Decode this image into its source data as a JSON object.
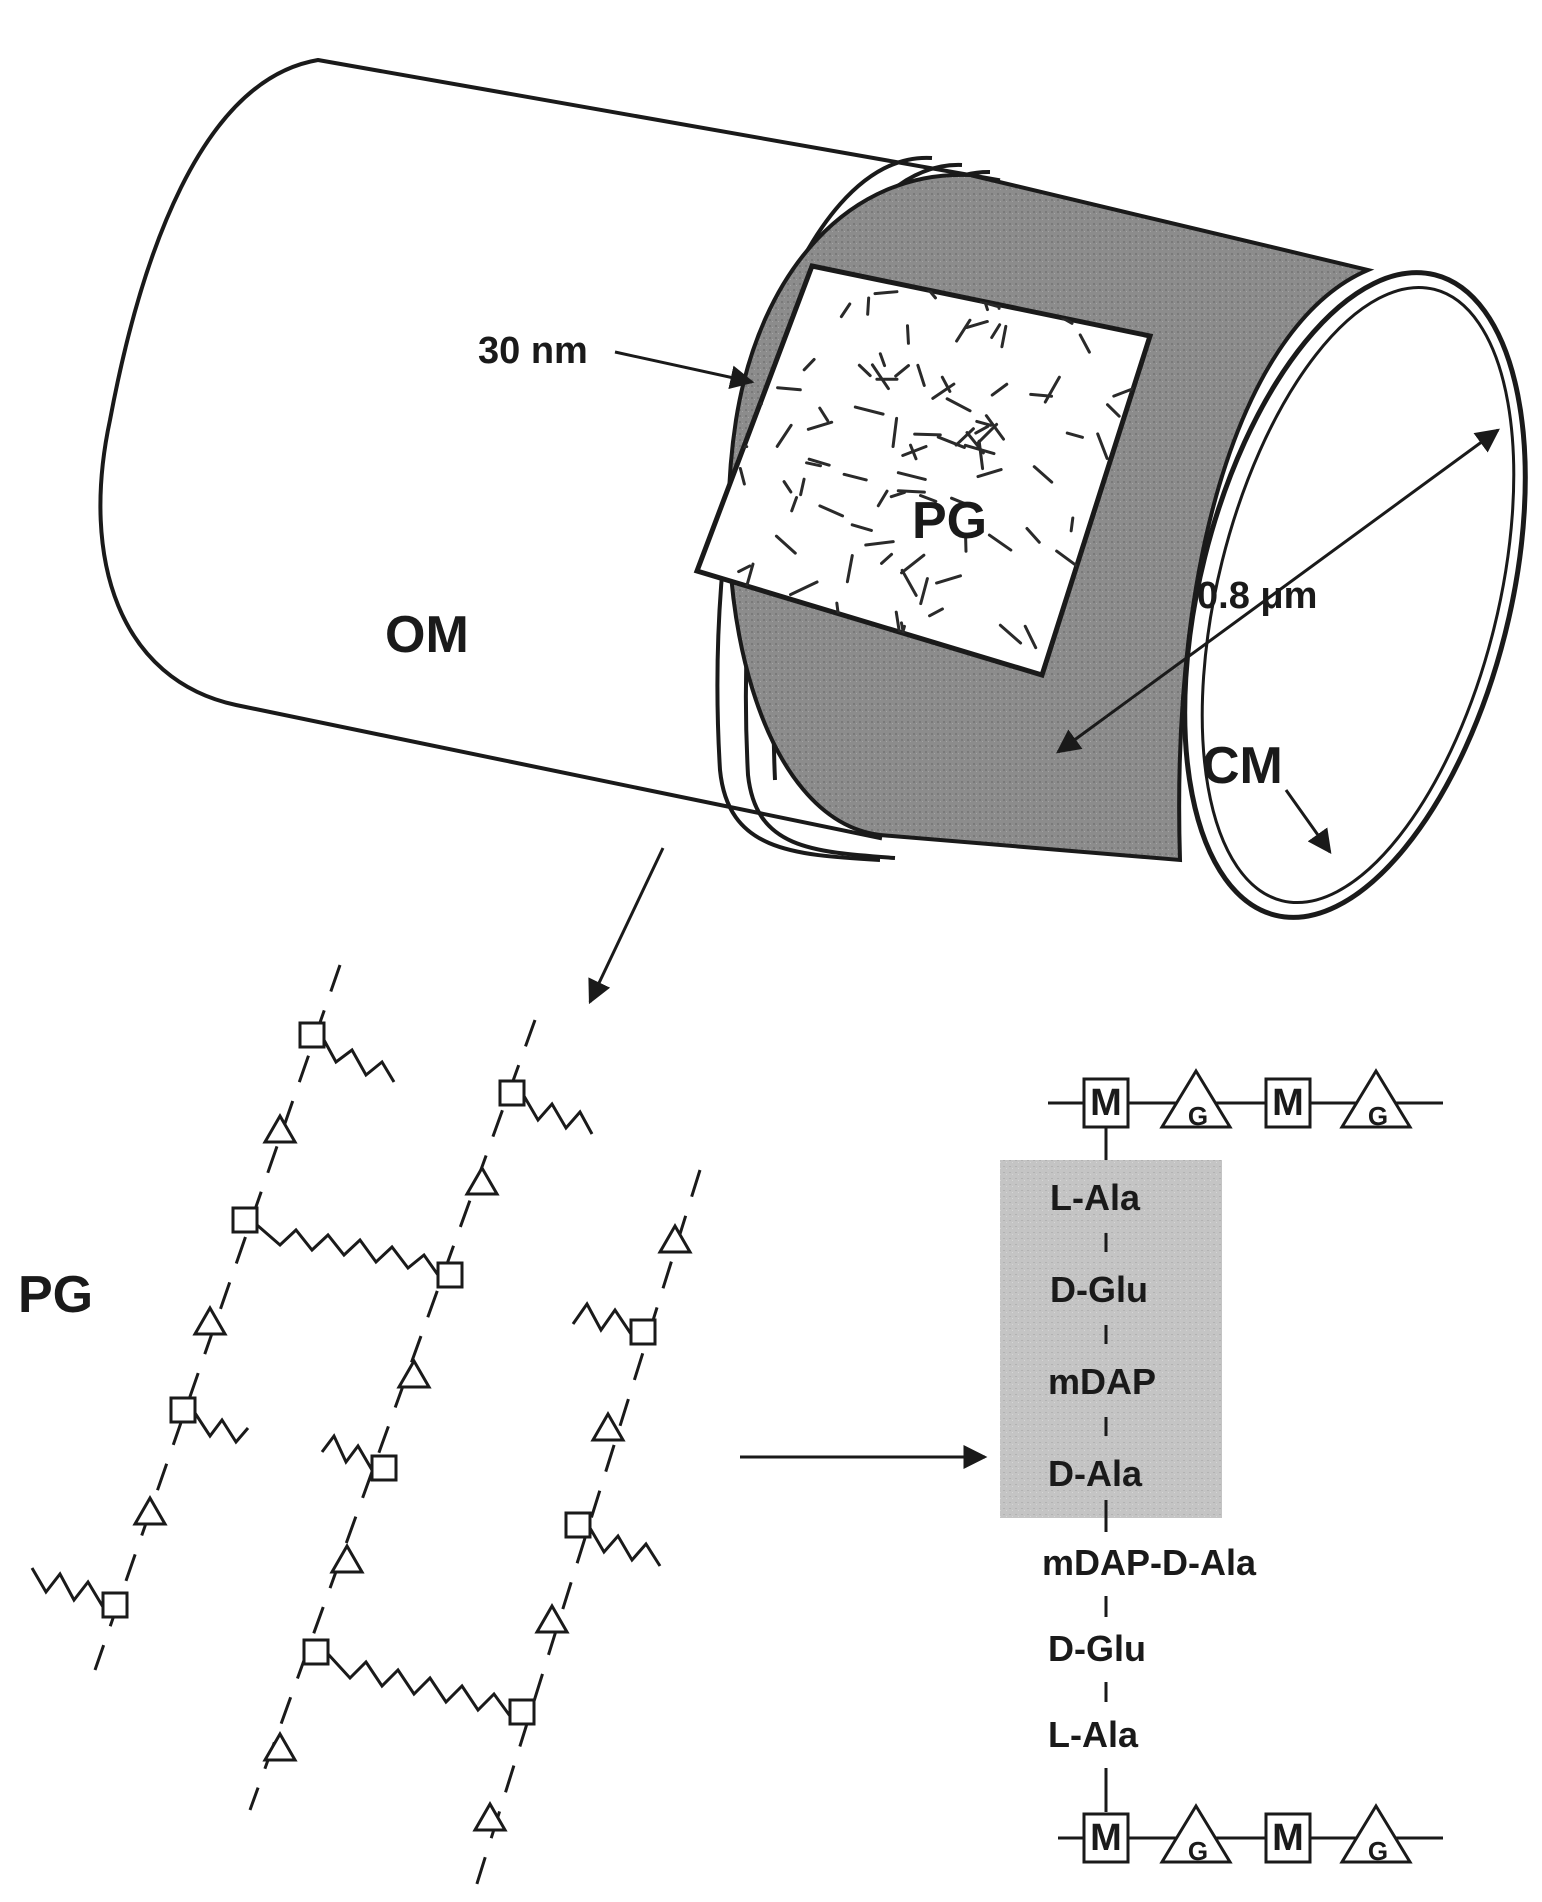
{
  "labels": {
    "om": "OM",
    "cm": "CM",
    "pg_cylinder": "PG",
    "pg_mesh": "PG",
    "thickness": "30 nm",
    "diameter": "0.8 μm"
  },
  "structure": {
    "top_sugars": [
      "M",
      "G",
      "M",
      "G"
    ],
    "bottom_sugars": [
      "M",
      "G",
      "M",
      "G"
    ],
    "stem_peptide": [
      "L-Ala",
      "D-Glu",
      "mDAP",
      "D-Ala"
    ],
    "crosslink": "mDAP-D-Ala",
    "lower_peptide": [
      "D-Glu",
      "L-Ala"
    ]
  },
  "colors": {
    "ink": "#1a1a1a",
    "band": "#8e8e8e",
    "highlight": "#c2c2c2"
  },
  "icons": {
    "mesh_m_unit": "square",
    "mesh_g_unit": "triangle",
    "peptide_crosslink": "zigzag"
  }
}
